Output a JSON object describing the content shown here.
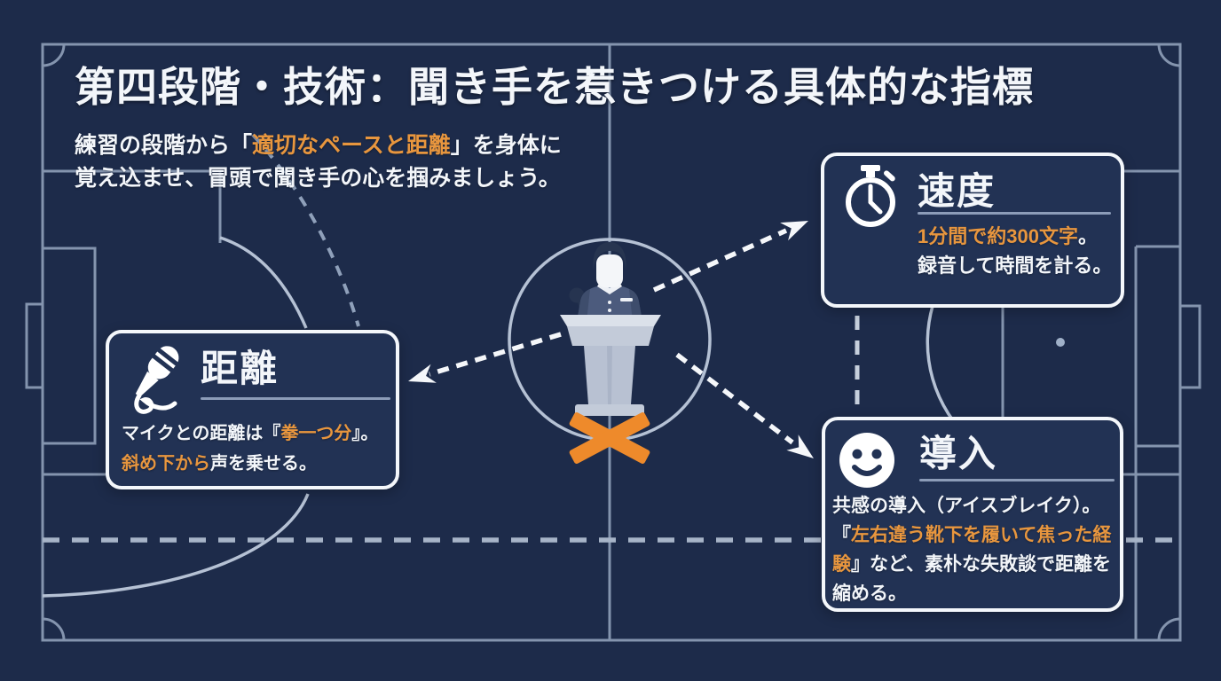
{
  "colors": {
    "background_navy": "#1d2b4a",
    "card_background": "#223254",
    "card_border_white": "#f4f7fb",
    "field_line_gray": "#93a3bc",
    "accent_orange_text": "#e8963e",
    "marker_orange": "#ee8a2b",
    "text_white": "#f3f6fa"
  },
  "header": {
    "title": "第四段階・技術：聞き手を惹きつける具体的な指標",
    "subtitle_pre": "練習の段階から「",
    "subtitle_highlight": "適切なペースと距離",
    "subtitle_post": "」を身体に",
    "subtitle_line2": "覚え込ませ、冒頭で聞き手の心を掴みましょう。"
  },
  "center": {
    "figure": "speaker-at-podium",
    "marker": "orange-x-position-marker"
  },
  "cards": {
    "speed": {
      "icon": "stopwatch-icon",
      "heading": "速度",
      "line1_highlight": "1分間で約300文字",
      "line1_rest": "。",
      "line2": "録音して時間を計る。"
    },
    "distance": {
      "icon": "microphone-icon",
      "heading": "距離",
      "line1_pre": "マイクとの距離は『",
      "line1_highlight": "拳一つ分",
      "line1_post": "』。",
      "line2_highlight": "斜め下から",
      "line2_rest": "声を乗せる。"
    },
    "intro": {
      "icon": "smiley-icon",
      "heading": "導入",
      "line1": "共感の導入（アイスブレイク）。",
      "line2_pre": "『",
      "line2_highlight": "左右違う靴下を履いて焦った経験",
      "line2_post": "』など、素朴な失敗談で距離を縮める。"
    }
  }
}
